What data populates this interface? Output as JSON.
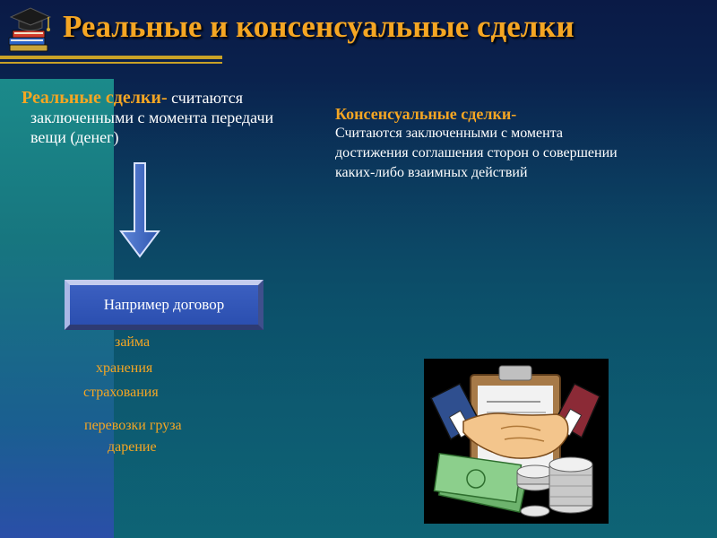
{
  "slide": {
    "title": "Реальные и консенсуальные сделки"
  },
  "real": {
    "term": "Реальные сделки-",
    "definition_lead": " считаются",
    "definition_lines": [
      "заключенными с момента передачи",
      "вещи (денег)"
    ]
  },
  "example": {
    "label": "Например договор",
    "items": [
      "займа",
      "хранения",
      "страхования",
      "перевозки груза",
      "дарение"
    ]
  },
  "consensual": {
    "term": "Консенсуальные сделки-",
    "definition_lines": [
      "Считаются заключенными с момента",
      "достижения соглашения сторон о совершении",
      "каких-либо взаимных действий"
    ]
  },
  "icons": {
    "logo": "graduation-cap-books-icon",
    "arrow": "down-arrow-icon",
    "illustration": "handshake-money-illustration"
  },
  "colors": {
    "title": "#f5a623",
    "accent_text": "#f5a623",
    "body_text": "#ffffff",
    "box_fill": "#2b4fb0",
    "rule": "#c9a227"
  }
}
